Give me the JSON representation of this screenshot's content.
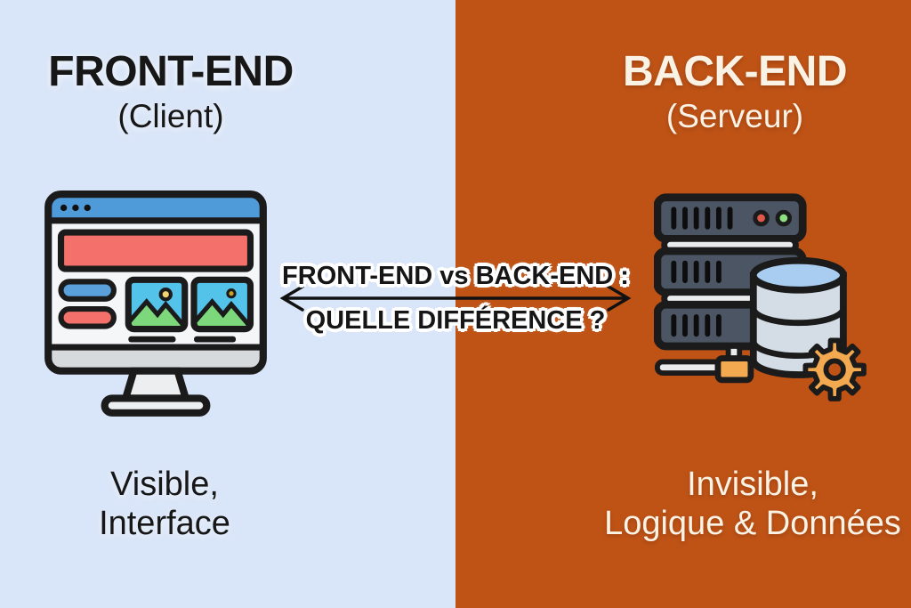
{
  "colors": {
    "front_bg": "#d9e5f8",
    "back_bg": "#bf5316",
    "front_text": "#171717",
    "back_text": "#faf3e5",
    "outline": "#1b1b1b",
    "browser_bar_blue": "#4f9ad8",
    "banner_red": "#f4716b",
    "pill_blue": "#5aa0da",
    "thumb_sky": "#53c3ea",
    "thumb_green": "#7cd87b",
    "sun_yellow": "#f2d272",
    "monitor_body": "#f4f6f8",
    "monitor_strip": "#d7dadd",
    "server_gray": "#4b5563",
    "server_slot": "#e9ebec",
    "led_red": "#e2574c",
    "led_green": "#8ce07f",
    "db_top": "#a9cdf0",
    "db_body": "#d4dde5",
    "accent_orange": "#f3a950"
  },
  "left_panel": {
    "title": "FRONT-END",
    "subtitle": "(Client)",
    "caption": {
      "line1": "Visible,",
      "line2": "Interface"
    }
  },
  "right_panel": {
    "title": "BACK-END",
    "subtitle": "(Serveur)",
    "caption": {
      "line1": "Invisible,",
      "line2": "Logique & Données"
    }
  },
  "center": {
    "line1": "FRONT-END vs BACK-END :",
    "line2": "QUELLE DIFFÉRENCE ?"
  },
  "icons": {
    "left_illustration": "browser-monitor-icon",
    "right_illustration": "server-database-gear-icon",
    "center_arrow": "double-headed-arrow-icon"
  }
}
